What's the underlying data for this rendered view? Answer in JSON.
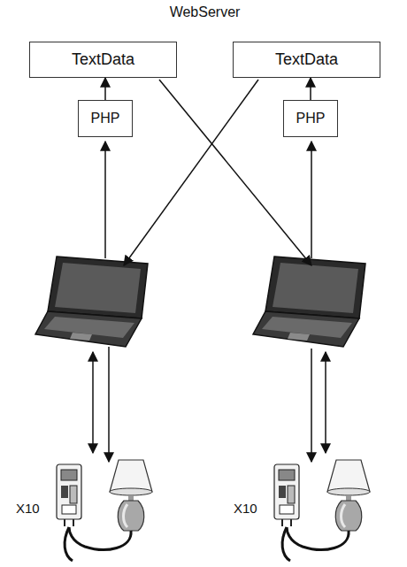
{
  "diagram": {
    "nodes": [
      {
        "text": [
          "WebServer"
        ]
      },
      {
        "text": [
          "TextData"
        ],
        "in": 0
      },
      {
        "text": [
          "TextData"
        ],
        "in": 0
      },
      {
        "text": [
          "PHP"
        ],
        "in": 0
      },
      {
        "text": [
          "PHP"
        ],
        "in": 0
      }
    ],
    "edges": [
      {
        "from": 3,
        "to": 1,
        "arrow": "to"
      },
      {
        "from": 4,
        "to": 2,
        "arrow": "to"
      }
    ],
    "labels": [
      "X10",
      "X10"
    ]
  }
}
